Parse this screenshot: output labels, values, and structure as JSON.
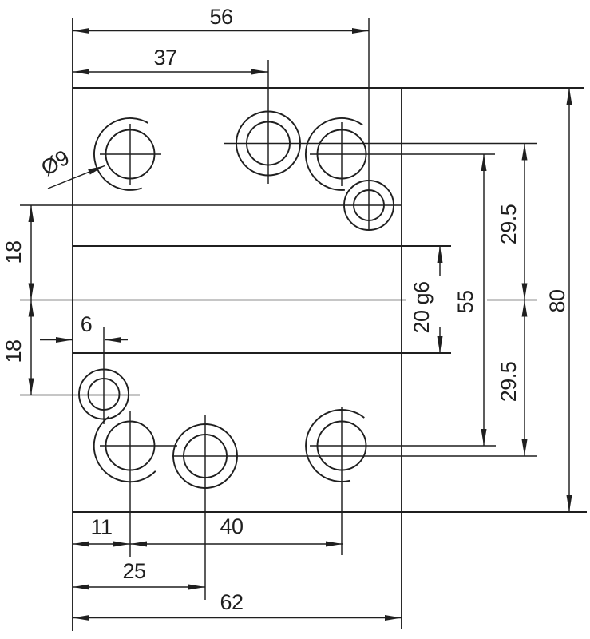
{
  "drawing": {
    "kind": "technical-drawing-dimensioned-plate",
    "line_color": "#1f1f1f",
    "background_color": "#ffffff",
    "labels": {
      "width_top": "56",
      "width_mid": "37",
      "hole_diameter": "Ø9",
      "left_upper": "18",
      "left_lower": "18",
      "edge_offset": "6",
      "slot_fit": "20 g6",
      "hole_span_vertical": "55",
      "half_span_upper": "29.5",
      "half_span_lower": "29.5",
      "total_height": "80",
      "bottom_first": "11",
      "bottom_second": "40",
      "bottom_third": "25",
      "bottom_total": "62"
    }
  }
}
